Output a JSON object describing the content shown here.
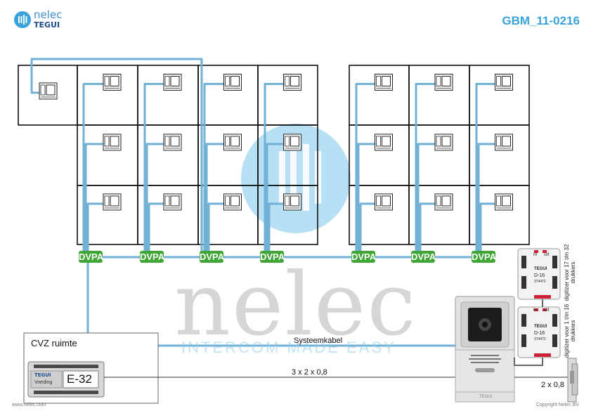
{
  "header": {
    "brand_top": "nelec",
    "brand_bottom": "TEGUI",
    "document_code": "GBM_11-0216"
  },
  "watermark": {
    "word": "nelec",
    "tagline": "INTERCOM MADE EASY"
  },
  "apartments": {
    "distributor_label": "DVPA",
    "distributor_count": 7
  },
  "cable_labels": {
    "system": "Systeemkabel",
    "power": "3 x 2 x 0,8",
    "lock": "2 x 0,8"
  },
  "power_room": {
    "title": "CVZ ruimte",
    "psu_brand": "TEGUI",
    "psu_sub": "Voeding",
    "psu_model": "E-32"
  },
  "digitizers": [
    {
      "brand": "TEGUI",
      "model": "D-16",
      "code": "374472",
      "in": "in",
      "out": "uit",
      "side": "digitizer voor 17 t/m 32 drukkers"
    },
    {
      "brand": "TEGUI",
      "model": "D-16",
      "code": "374472",
      "in": "in",
      "out": "uit",
      "side": "digitizer voor 1 t/m 16 drukkers"
    }
  ],
  "panel": {
    "brand": "TEGUI"
  },
  "footer": {
    "website": "www.nelec.com",
    "copyright": "Copyright Nelec BV"
  },
  "colors": {
    "cable": "#72b1d6",
    "dvpa": "#3fa535",
    "brand_blue": "#3aa3dc",
    "watermark_circle": "#9fd6f2"
  }
}
